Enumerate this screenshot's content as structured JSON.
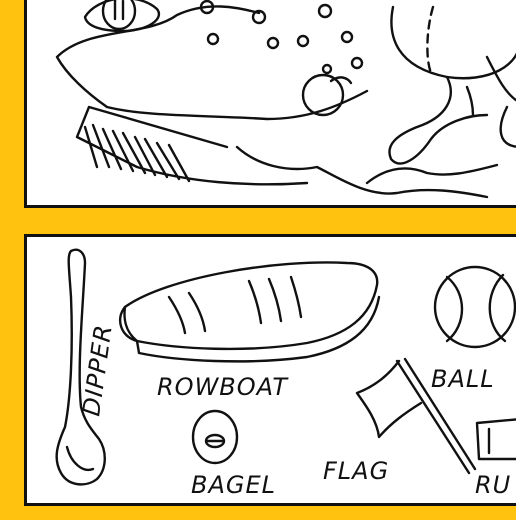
{
  "labels": {
    "dipper": "DIPPER",
    "rowboat": "ROWBOAT",
    "ball": "BALL",
    "bagel": "BAGEL",
    "flag": "FLAG",
    "ru": "RU"
  },
  "colors": {
    "border": "#ffc20e",
    "ink": "#111111",
    "paper": "#ffffff"
  }
}
